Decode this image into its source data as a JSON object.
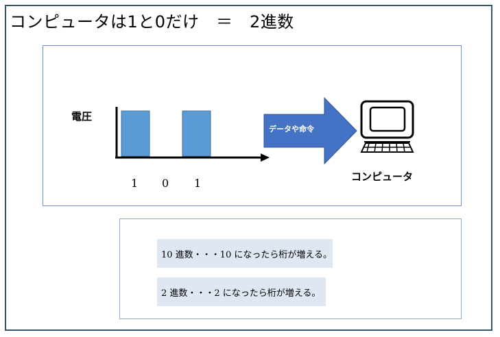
{
  "title": "コンピュータは1と0だけ　＝　2進数",
  "diagram": {
    "voltage_label": "電圧",
    "bits": [
      "1",
      "0",
      "1"
    ],
    "arrow_label": "データや命令",
    "computer_label": "コンピュータ",
    "pulse_color": "#5b9bd5",
    "arrow_color": "#4472c4"
  },
  "notes": [
    "10 進数・・・10 になったら桁が増える。",
    "2 進数・・・2 になったら桁が増える。"
  ],
  "colors": {
    "frame": "#33566e",
    "box_border": "#6f93c4",
    "note_bg": "#dfe7f2"
  }
}
